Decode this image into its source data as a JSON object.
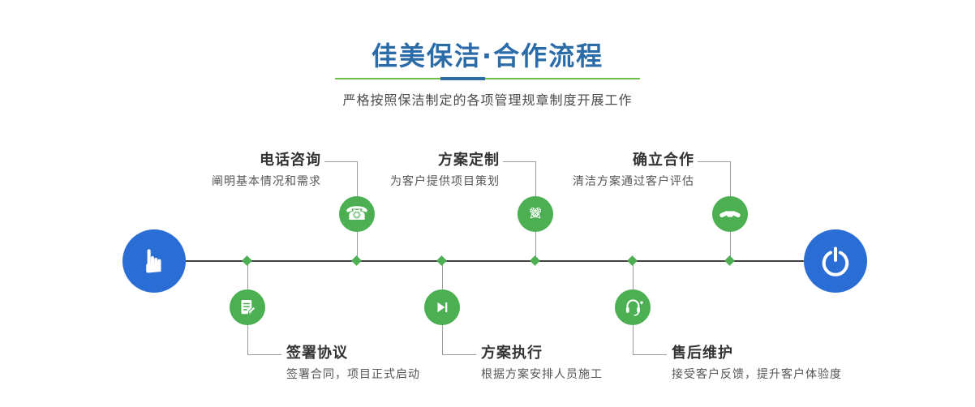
{
  "header": {
    "title": "佳美保洁·合作流程",
    "subtitle": "严格按照保洁制定的各项管理规章制度开展工作"
  },
  "icons": {
    "phone_glyph": "☎",
    "pencil_glyph": "✎",
    "hand_glyph": "☛"
  },
  "colors": {
    "title_blue": "#2b6ca8",
    "divider_green": "#6fbf4a",
    "divider_blue": "#2b6ca8",
    "node_green": "#4cb052",
    "endpoint_blue": "#2a6dd5",
    "timeline_dark": "#404040",
    "connector_gray": "#9b9b9b"
  },
  "timeline": {
    "start_icon": "hand-pointer-icon",
    "end_icon": "power-icon",
    "steps_top": [
      {
        "title": "电话咨询",
        "desc": "阐明基本情况和需求",
        "icon": "phone-icon"
      },
      {
        "title": "方案定制",
        "desc": "为客户提供项目策划",
        "icon": "pencil-tools-icon"
      },
      {
        "title": "确立合作",
        "desc": "清洁方案通过客户评估",
        "icon": "handshake-icon"
      }
    ],
    "steps_bottom": [
      {
        "title": "签署协议",
        "desc": "签署合同，项目正式启动",
        "icon": "contract-icon"
      },
      {
        "title": "方案执行",
        "desc": "根据方案安排人员施工",
        "icon": "play-icon"
      },
      {
        "title": "售后维护",
        "desc": "接受客户反馈，提升客户体验度",
        "icon": "headset-icon"
      }
    ]
  }
}
